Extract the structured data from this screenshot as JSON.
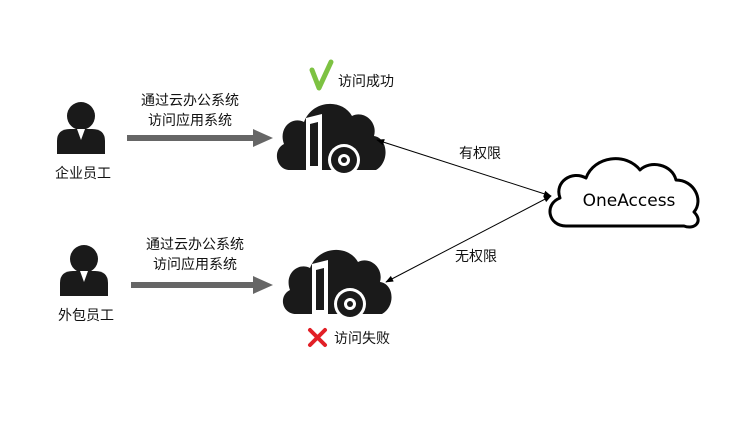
{
  "employee": {
    "label": "企业员工",
    "arrow_text_line1": "通过云办公系统",
    "arrow_text_line2": "访问应用系统",
    "result_text": "访问成功"
  },
  "contractor": {
    "label": "外包员工",
    "arrow_text_line1": "通过云办公系统",
    "arrow_text_line2": "访问应用系统",
    "result_text": "访问失败"
  },
  "links": {
    "top_label": "有权限",
    "bottom_label": "无权限"
  },
  "idp": {
    "label": "OneAccess"
  },
  "icons": {
    "success": "check-icon",
    "failure": "cross-icon"
  },
  "colors": {
    "success": "#7dc242",
    "failure": "#e21f26",
    "arrow": "#666666",
    "icon": "#1a1a1a"
  }
}
